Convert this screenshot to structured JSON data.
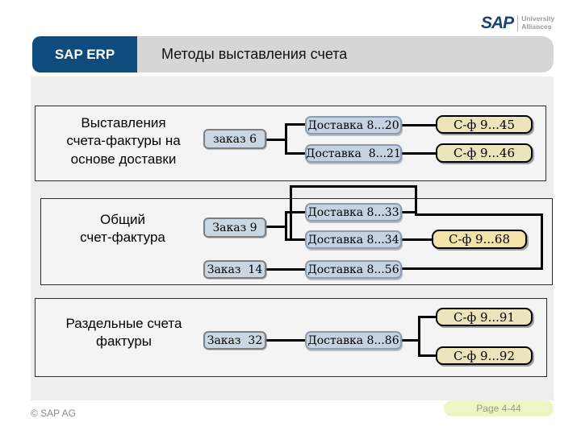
{
  "header": {
    "brand": {
      "sap": "SAP",
      "alliance_line1": "University",
      "alliance_line2": "Alliances"
    },
    "module": "SAP ERP",
    "title": "Методы выставления счета"
  },
  "sections": [
    {
      "id": "delivery-based-billing",
      "title_lines": [
        "Выставления",
        "счета-фактуры на",
        "основе доставки"
      ]
    },
    {
      "id": "collective-invoice",
      "title_lines": [
        "Общий",
        "счет-фактура"
      ]
    },
    {
      "id": "split-invoices",
      "title_lines": [
        "Раздельные счета",
        "фактуры"
      ]
    }
  ],
  "nodes": {
    "orders": [
      {
        "label": "заказ 6"
      },
      {
        "label": "Заказ 9"
      },
      {
        "label": "Заказ  14"
      },
      {
        "label": "Заказ  32"
      }
    ],
    "deliveries": [
      {
        "label": "Доставка 8...20"
      },
      {
        "label": "Доставка  8...21"
      },
      {
        "label": "Доставка 8...33"
      },
      {
        "label": "Доставка 8...34"
      },
      {
        "label": "Доставка 8...56"
      },
      {
        "label": "Доставка 8...86"
      }
    ],
    "invoices": [
      {
        "label": "С-ф 9...45"
      },
      {
        "label": "С-ф 9...46"
      },
      {
        "label": "С-ф 9...68"
      },
      {
        "label": "С-ф 9...91"
      },
      {
        "label": "С-ф 9...92"
      }
    ]
  },
  "footer": {
    "copyright": "© SAP AG",
    "page_label": "Page 4-44"
  },
  "colors": {
    "brand_navy": "#0d4c7d",
    "header_bar_gray": "#d6d6d6",
    "order_box_fill": "#c9d6e4",
    "delivery_box_fill": "#c4d2e1",
    "invoice_box_fill": "#ece5bb",
    "collective_invoice_fill": "#f2e3ab",
    "page_badge_fill": "#eef5c5",
    "connector": "#000000"
  }
}
